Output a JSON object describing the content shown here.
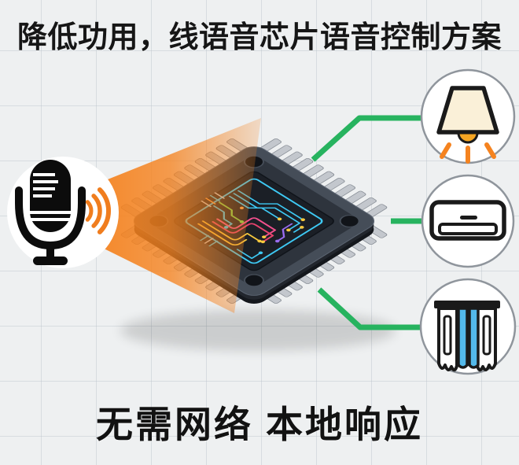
{
  "title": {
    "text": "降低功用，线语音芯片语音控制方案"
  },
  "footer": {
    "text": "无需网络 本地响应"
  },
  "scene": {
    "microphone": {
      "icon": "microphone-icon",
      "meaning": "voice command input"
    },
    "sound_waves": {
      "icon": "sound-waves-icon"
    },
    "voice_beam": {
      "icon": "voice-beam"
    },
    "chip": {
      "icon": "voice-chip-illustration"
    },
    "connectors": {
      "count": 3
    },
    "devices": [
      {
        "id": "lamp",
        "icon": "lamp-icon"
      },
      {
        "id": "air-conditioner",
        "icon": "air-conditioner-icon"
      },
      {
        "id": "curtain",
        "icon": "curtain-icon"
      }
    ]
  },
  "colors": {
    "background": "#eef0f1",
    "grid_line": "#bac3cb",
    "text": "#141414",
    "beam_orange": "#f5821e",
    "wave_orange": "#f07d1e",
    "connector_green": "#27b35f",
    "chip_face": "#3a414b",
    "chip_recess": "#1b1f26",
    "trace_cyan": "#3ec9f4",
    "trace_pink": "#f2508d",
    "trace_red": "#e8436f",
    "trace_yellow": "#f7c93e",
    "trace_green": "#7bd14b",
    "trace_purple": "#9a6cf0",
    "pin_silver": "#c3c7cd",
    "icon_outline": "#1a1a1a",
    "circle_border": "#8f959c",
    "lamp_shade_fill": "#faf0d8",
    "lamp_bulb": "#f6a623",
    "curtain_blue": "#53b9ea"
  }
}
